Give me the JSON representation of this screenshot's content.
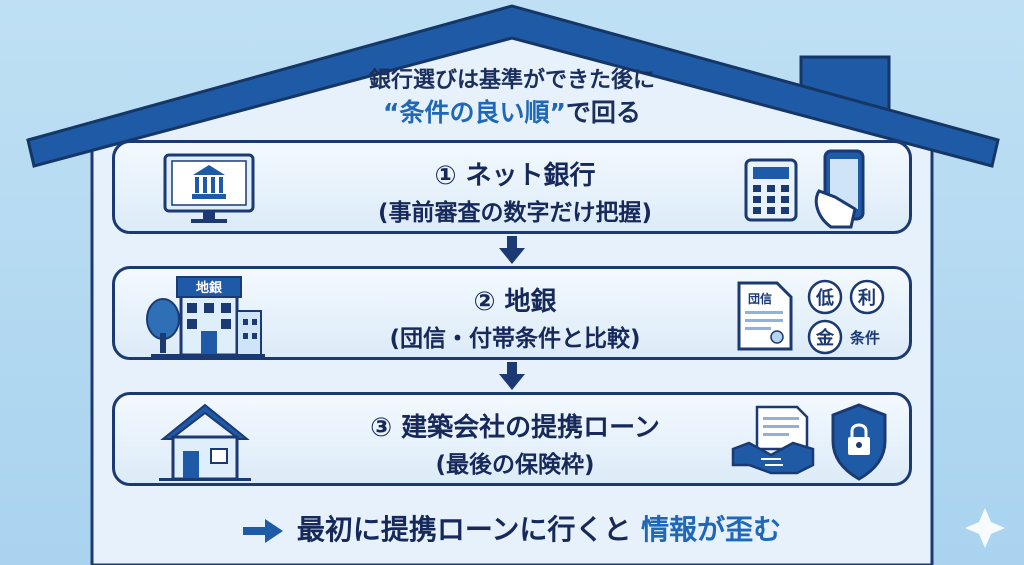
{
  "title": {
    "line1": "銀行選びは基準ができた後に",
    "line2_highlight": "“条件の良い順”",
    "line2_rest": "で回る"
  },
  "steps": [
    {
      "heading": "① ネット銀行",
      "sub": "(事前審査の数字だけ把握)"
    },
    {
      "heading": "② 地銀",
      "sub": "(団信・付帯条件と比較)"
    },
    {
      "heading": "③ 建築会社の提携ローン",
      "sub": "(最後の保険枠)"
    }
  ],
  "icons": {
    "step1_left": "computer-bank-icon",
    "step1_right": [
      "calculator-icon",
      "smartphone-icon"
    ],
    "step2_left": "regional-bank-building-icon",
    "step2_right": [
      "document-icon",
      "rate-badges-icon"
    ],
    "step3_left": "house-icon",
    "step3_right": [
      "handshake-document-icon",
      "shield-lock-icon"
    ]
  },
  "labels": {
    "bank_sign": "地銀",
    "doc_label": "団信",
    "badge_low": "低",
    "badge_rate": "利",
    "badge_money": "金",
    "badge_cond": "条件"
  },
  "bottom": {
    "text": "最初に提携ローンに行くと",
    "highlight": "情報が歪む"
  },
  "colors": {
    "navy": "#1b3a73",
    "accent": "#1f67b7",
    "panel": "#e6f1fb",
    "sky": "#b4d9f1"
  }
}
